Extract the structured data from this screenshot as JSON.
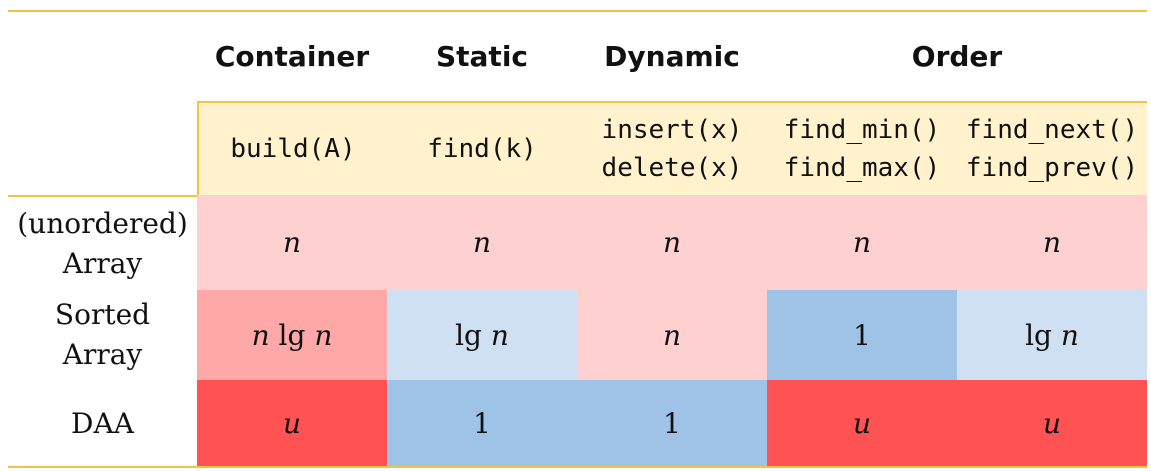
{
  "headers": {
    "groups": [
      "Container",
      "Static",
      "Dynamic",
      "Order"
    ],
    "operations": [
      "build(A)",
      "find(k)",
      "insert(x)\ndelete(x)",
      "find_min()\nfind_max()",
      "find_next()\nfind_prev()"
    ]
  },
  "rows": [
    {
      "label": "(unordered)\nArray",
      "values": [
        "n",
        "n",
        "n",
        "n",
        "n"
      ]
    },
    {
      "label": "Sorted\nArray",
      "values": [
        "n lg n",
        "lg n",
        "n",
        "1",
        "lg n"
      ]
    },
    {
      "label": "DAA",
      "values": [
        "u",
        "1",
        "1",
        "u",
        "u"
      ]
    }
  ],
  "colors": {
    "rule": "#f1c340",
    "header_fill": "#fff2cc",
    "light_pink": "#ffd0d0",
    "medium_pink": "#ffa8a8",
    "red": "#ff5252",
    "light_blue": "#cfe0f2",
    "blue": "#9fc3e6"
  }
}
